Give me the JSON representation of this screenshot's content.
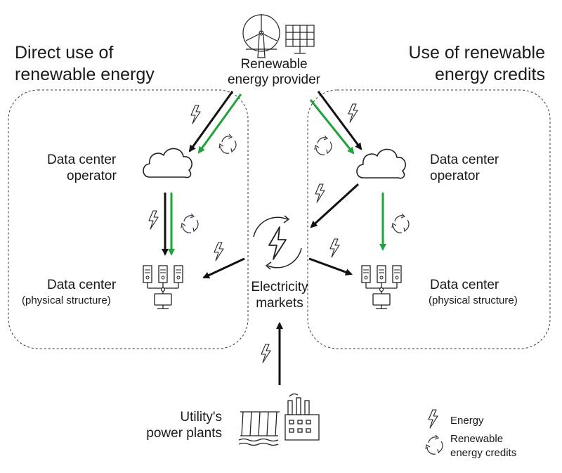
{
  "headings": {
    "left_line1": "Direct use of",
    "left_line2": "renewable energy",
    "right_line1": "Use of renewable",
    "right_line2": "energy credits"
  },
  "nodes": {
    "provider_line1": "Renewable",
    "provider_line2": "energy provider",
    "dco_left_line1": "Data center",
    "dco_left_line2": "operator",
    "dco_right_line1": "Data center",
    "dco_right_line2": "operator",
    "dc_left_line1": "Data center",
    "dc_left_line2": "(physical structure)",
    "dc_right_line1": "Data center",
    "dc_right_line2": "(physical structure)",
    "market_line1": "Electricity",
    "market_line2": "markets",
    "utility_line1": "Utility's",
    "utility_line2": "power plants"
  },
  "legend": {
    "energy": "Energy",
    "credits_line1": "Renewable",
    "credits_line2": "energy credits"
  },
  "colors": {
    "energy_arrow": "#111111",
    "credit_arrow": "#1fa33a",
    "box_border": "#333333"
  },
  "icons": [
    "wind-turbine-icon",
    "solar-panel-icon",
    "cloud-icon",
    "server-network-icon",
    "lightning-icon",
    "recycle-icon",
    "hydro-dam-icon",
    "factory-icon",
    "electricity-cycle-icon"
  ]
}
